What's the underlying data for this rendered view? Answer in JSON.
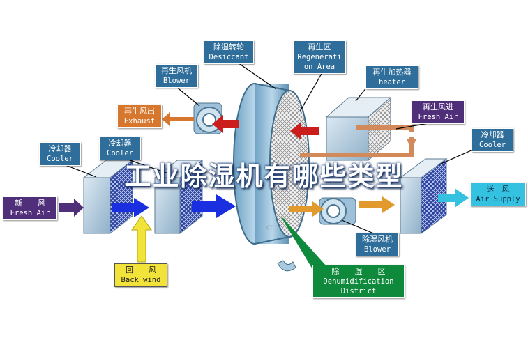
{
  "title": "工业除湿机有哪些类型",
  "labels": {
    "desiccant": {
      "cn": "除湿转轮",
      "en": "Desiccant"
    },
    "regen_area": {
      "cn": "再生区",
      "en1": "Regenerati",
      "en2": "on Area"
    },
    "regen_blower": {
      "cn": "再生风机",
      "en": "Blower"
    },
    "regen_heater": {
      "cn": "再生加热器",
      "en": "heater"
    },
    "regen_exhaust": {
      "cn": "再生风出",
      "en": "Exhaust"
    },
    "regen_fresh": {
      "cn": "再生风进",
      "en": "Fresh Air"
    },
    "cooler1": {
      "cn": "冷却器",
      "en": "Cooler"
    },
    "cooler2": {
      "cn": "冷却器",
      "en": "Cooler"
    },
    "cooler3": {
      "cn": "冷却器",
      "en": "Cooler"
    },
    "fresh_air": {
      "cn": "新　　风",
      "en": "Fresh Air"
    },
    "supply_air": {
      "cn": "送　风",
      "en": "Air Supply"
    },
    "dehum_blower": {
      "cn": "除湿风机",
      "en": "Blower"
    },
    "back_wind": {
      "cn": "回　　风",
      "en": "Back wind"
    },
    "dehum_district": {
      "cn": "除　　湿　　区",
      "en1": "Dehumidification",
      "en2": "District"
    }
  },
  "colors": {
    "label_blue": "#2f6e9a",
    "exhaust_orange": "#d7762d",
    "fresh_purple": "#4f2f7a",
    "supply_cyan": "#35c2e0",
    "back_yellow": "#f1e33a",
    "dehum_green": "#0f8a3c",
    "arrow_blue": "#1a2fe0",
    "arrow_red": "#cc1d1d",
    "arrow_orange": "#e39a2c"
  },
  "watermark": "XT"
}
